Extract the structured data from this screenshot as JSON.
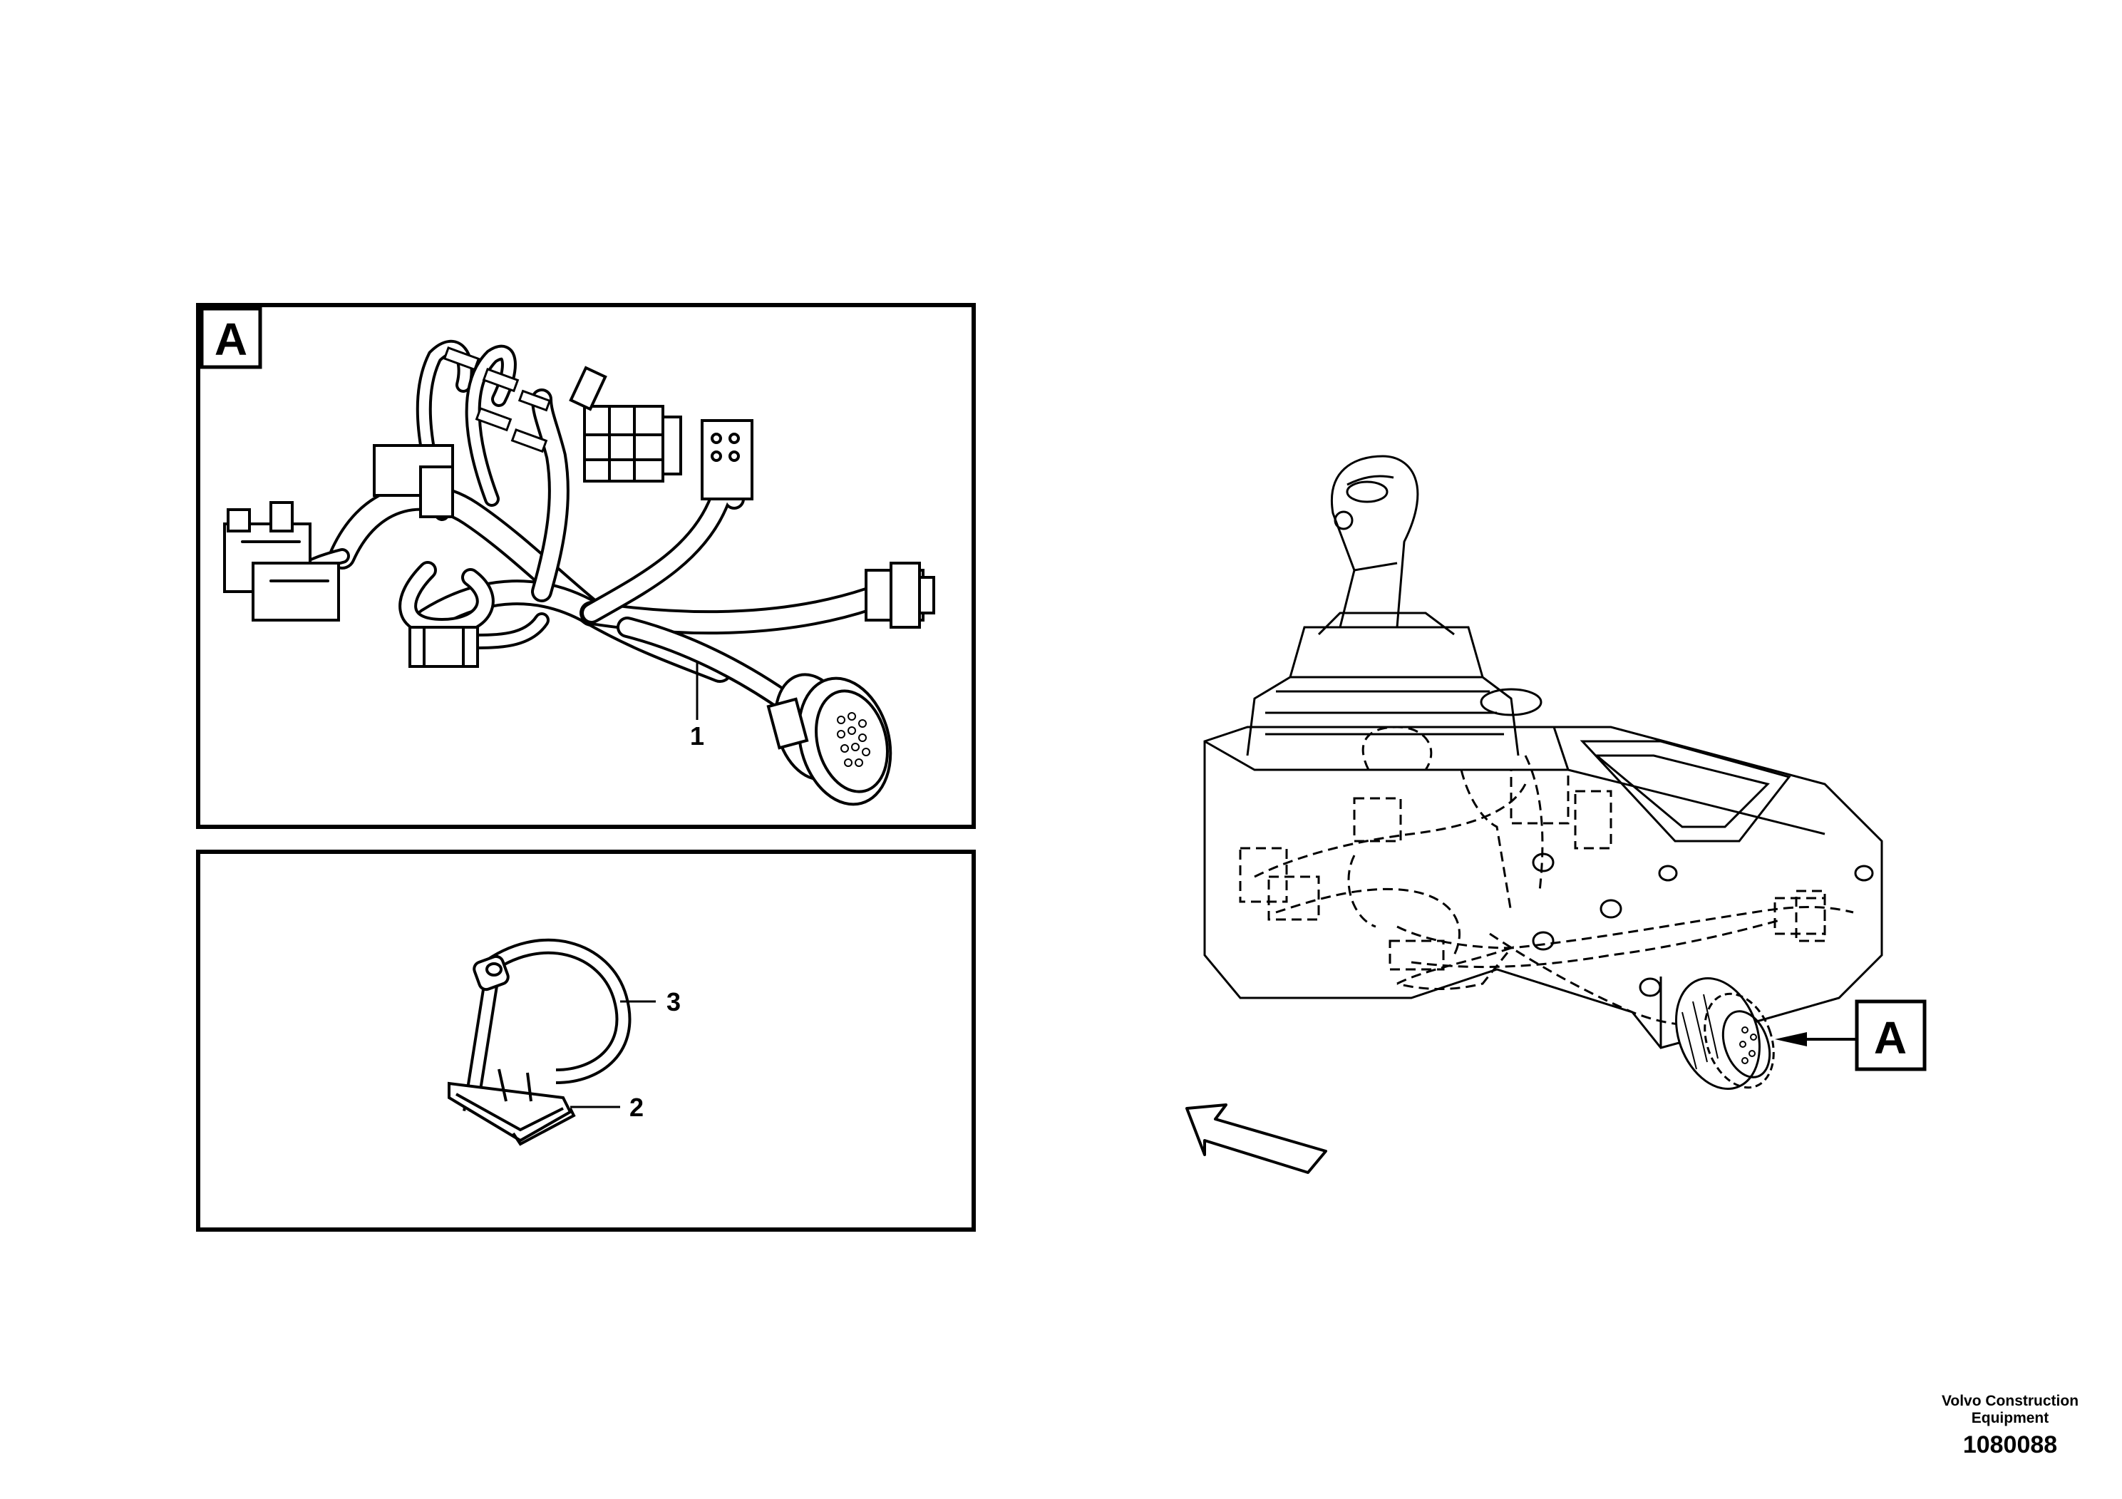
{
  "panel_a": {
    "label": "A",
    "callouts": [
      {
        "number": "1"
      }
    ]
  },
  "panel_b": {
    "callouts": [
      {
        "number": "3"
      },
      {
        "number": "2"
      }
    ]
  },
  "overview": {
    "label": "A"
  },
  "footer": {
    "company_line1": "Volvo Construction",
    "company_line2": "Equipment",
    "doc_number": "1080088"
  }
}
